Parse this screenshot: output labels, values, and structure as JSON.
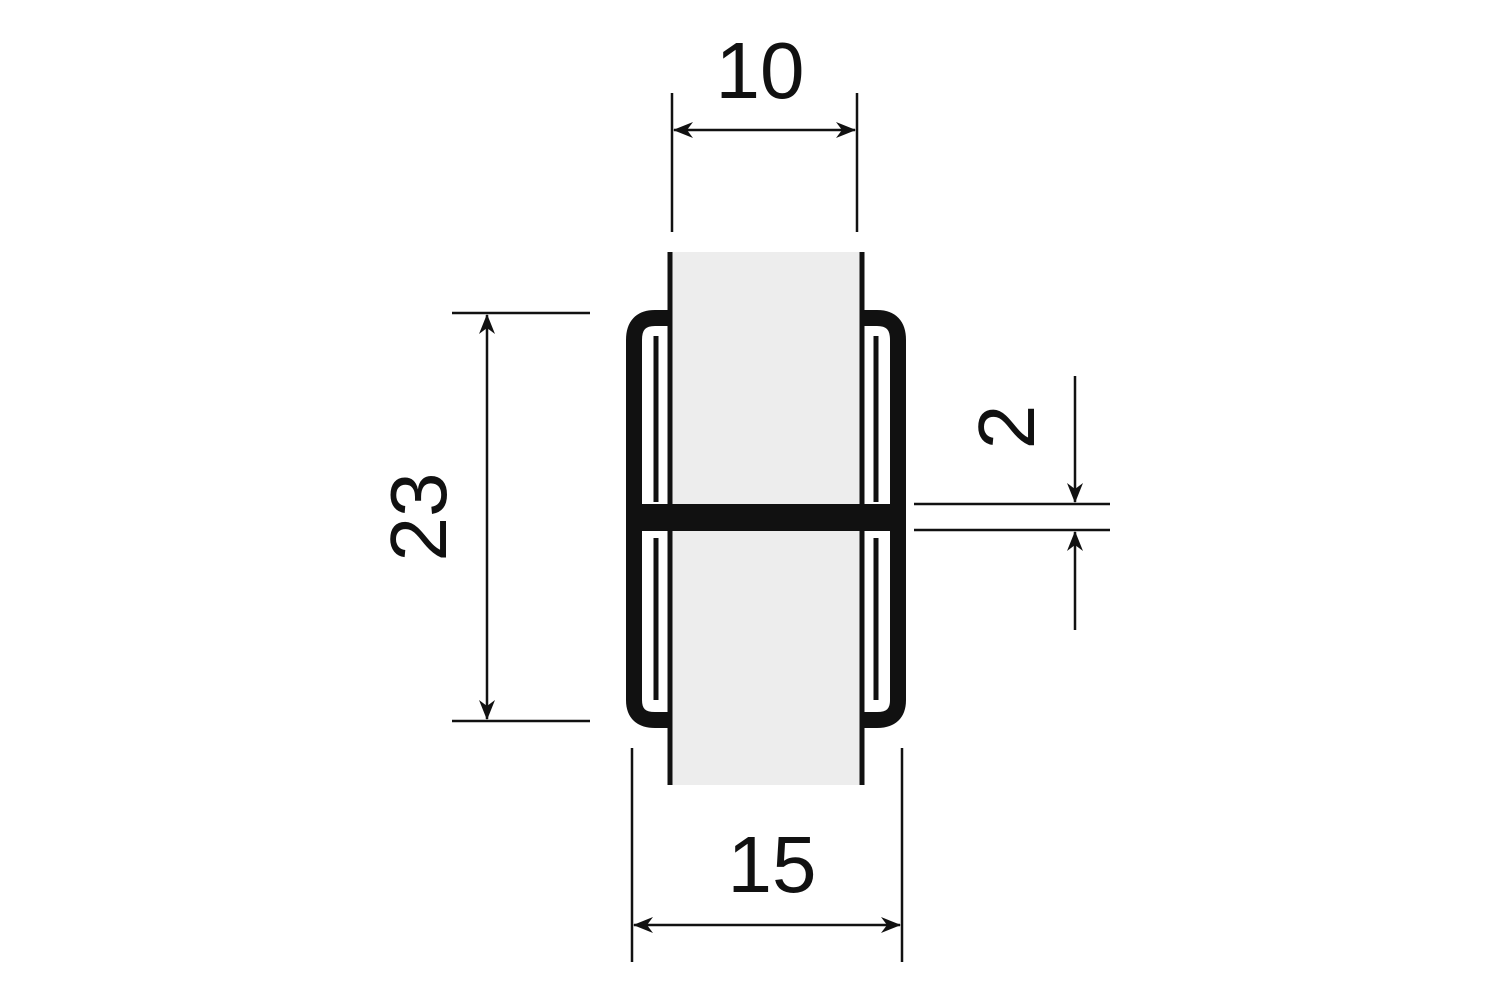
{
  "diagram": {
    "dimensions": {
      "top_width": "10",
      "bottom_width": "15",
      "height": "23",
      "thickness": "2"
    },
    "colors": {
      "glass_fill": "#ededed",
      "line": "#111111",
      "background": "#ffffff"
    }
  }
}
